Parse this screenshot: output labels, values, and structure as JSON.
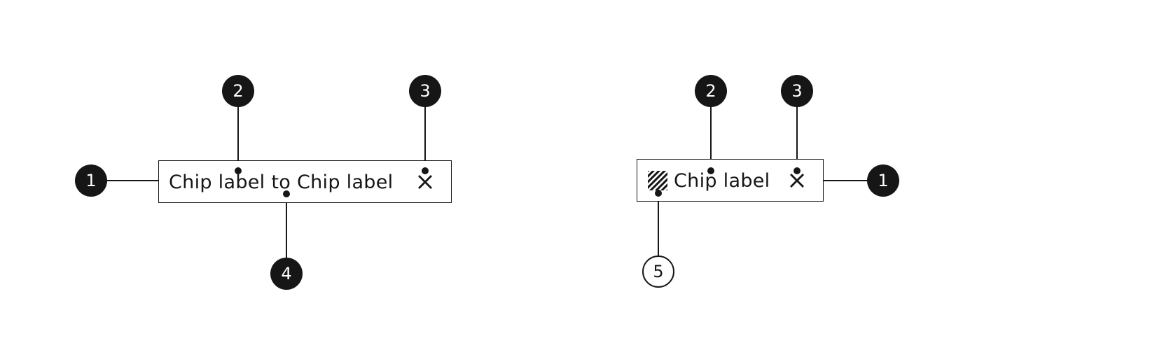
{
  "diagram": {
    "left_chip": {
      "label": "Chip label to Chip label",
      "close_icon": "close-icon"
    },
    "right_chip": {
      "label": "Chip label",
      "leading_icon": "striped-placeholder-icon",
      "close_icon": "close-icon"
    },
    "callouts": {
      "one": "1",
      "two": "2",
      "three": "3",
      "four": "4",
      "five": "5"
    }
  }
}
